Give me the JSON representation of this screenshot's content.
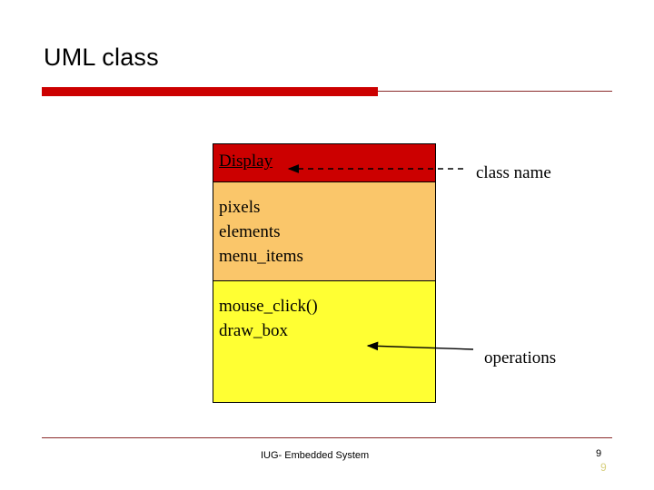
{
  "slide": {
    "title": "UML class",
    "footer_text": "IUG- Embedded System",
    "page_number": "9",
    "page_number_ghost": "9"
  },
  "uml": {
    "class_name": "Display",
    "attributes": [
      "pixels",
      "elements",
      "menu_items"
    ],
    "operations": [
      "mouse_click()",
      "draw_box"
    ]
  },
  "annotations": {
    "class_name_label": "class name",
    "operations_label": "operations"
  },
  "colors": {
    "name_compartment": "#cc0000",
    "attributes_compartment": "#fac66a",
    "operations_compartment": "#ffff33",
    "accent_bar": "#cc0000",
    "rule": "#8a2a2a"
  }
}
